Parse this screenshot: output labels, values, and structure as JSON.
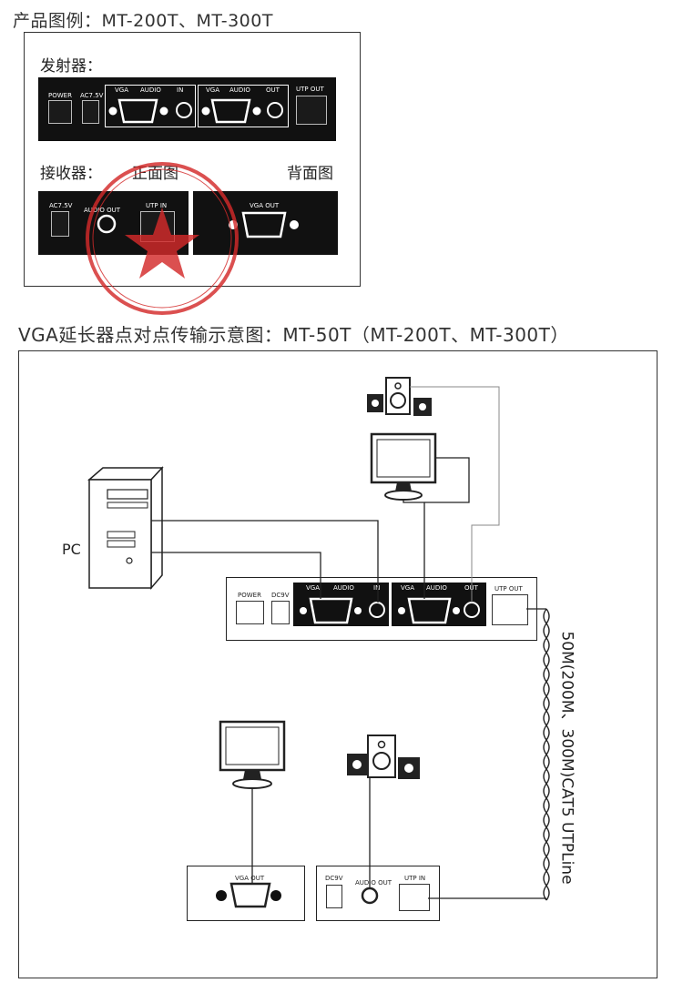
{
  "header": {
    "product_title": "产品图例：MT-200T、MT-300T",
    "diagram_title": "VGA延长器点对点传输示意图：MT-50T（MT-200T、MT-300T）"
  },
  "legend": {
    "transmitter_label": "发射器：",
    "receiver_label": "接收器：",
    "front_view_label": "正面图",
    "back_view_label": "背面图",
    "transmitter_panel": {
      "power": "POWER",
      "ac": "AC7.5V",
      "seg1_vga": "VGA",
      "seg1_audio": "AUDIO",
      "seg1_in": "IN",
      "seg2_vga": "VGA",
      "seg2_audio": "AUDIO",
      "seg2_out": "OUT",
      "utp_out": "UTP OUT"
    },
    "receiver_front_panel": {
      "ac": "AC7.5V",
      "audio_out": "AUDIO OUT",
      "utp_in": "UTP IN"
    },
    "receiver_back_panel": {
      "vga_out": "VGA OUT"
    }
  },
  "diagram": {
    "pc_label": "PC",
    "cable_label": "50M(200M、300M)CAT5 UTPLine",
    "transmitter": {
      "power": "POWER",
      "dc": "DC9V",
      "seg1_vga": "VGA",
      "seg1_audio": "AUDIO",
      "seg1_in": "IN",
      "seg2_vga": "VGA",
      "seg2_audio": "AUDIO",
      "seg2_out": "OUT",
      "utp_out": "UTP OUT"
    },
    "receiver_left": {
      "vga_out": "VGA OUT"
    },
    "receiver_right": {
      "dc": "DC9V",
      "audio_out": "AUDIO OUT",
      "utp_in": "UTP IN"
    }
  },
  "colors": {
    "panel": "#111111",
    "stamp": "#d42a2a",
    "line": "#222222"
  }
}
